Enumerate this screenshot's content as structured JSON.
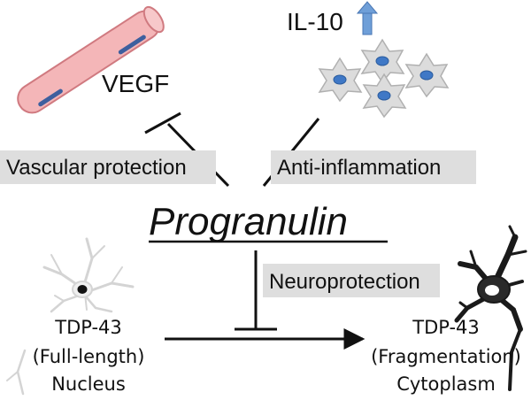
{
  "title": "Progranulin",
  "labels": {
    "vascular": "Vascular protection",
    "anti_inflammation": "Anti-inflammation",
    "neuroprotection": "Neuroprotection"
  },
  "factors": {
    "vegf": "VEGF",
    "il10": "IL-10"
  },
  "tdp_left": {
    "line1": "TDP-43",
    "line2": "(Full-length)",
    "line3": "Nucleus"
  },
  "tdp_right": {
    "line1": "TDP-43",
    "line2": "(Fragmentation)",
    "line3": "Cytoplasm"
  },
  "colors": {
    "vessel_fill": "#f4b6b8",
    "vessel_stroke": "#d07a80",
    "vessel_mark": "#3e5f9e",
    "cell_fill": "#dcdcdc",
    "cell_stroke": "#b0b0b0",
    "nucleus_fill": "#3f78c6",
    "up_arrow": "#6f9fd8",
    "label_box": "#dedede"
  }
}
